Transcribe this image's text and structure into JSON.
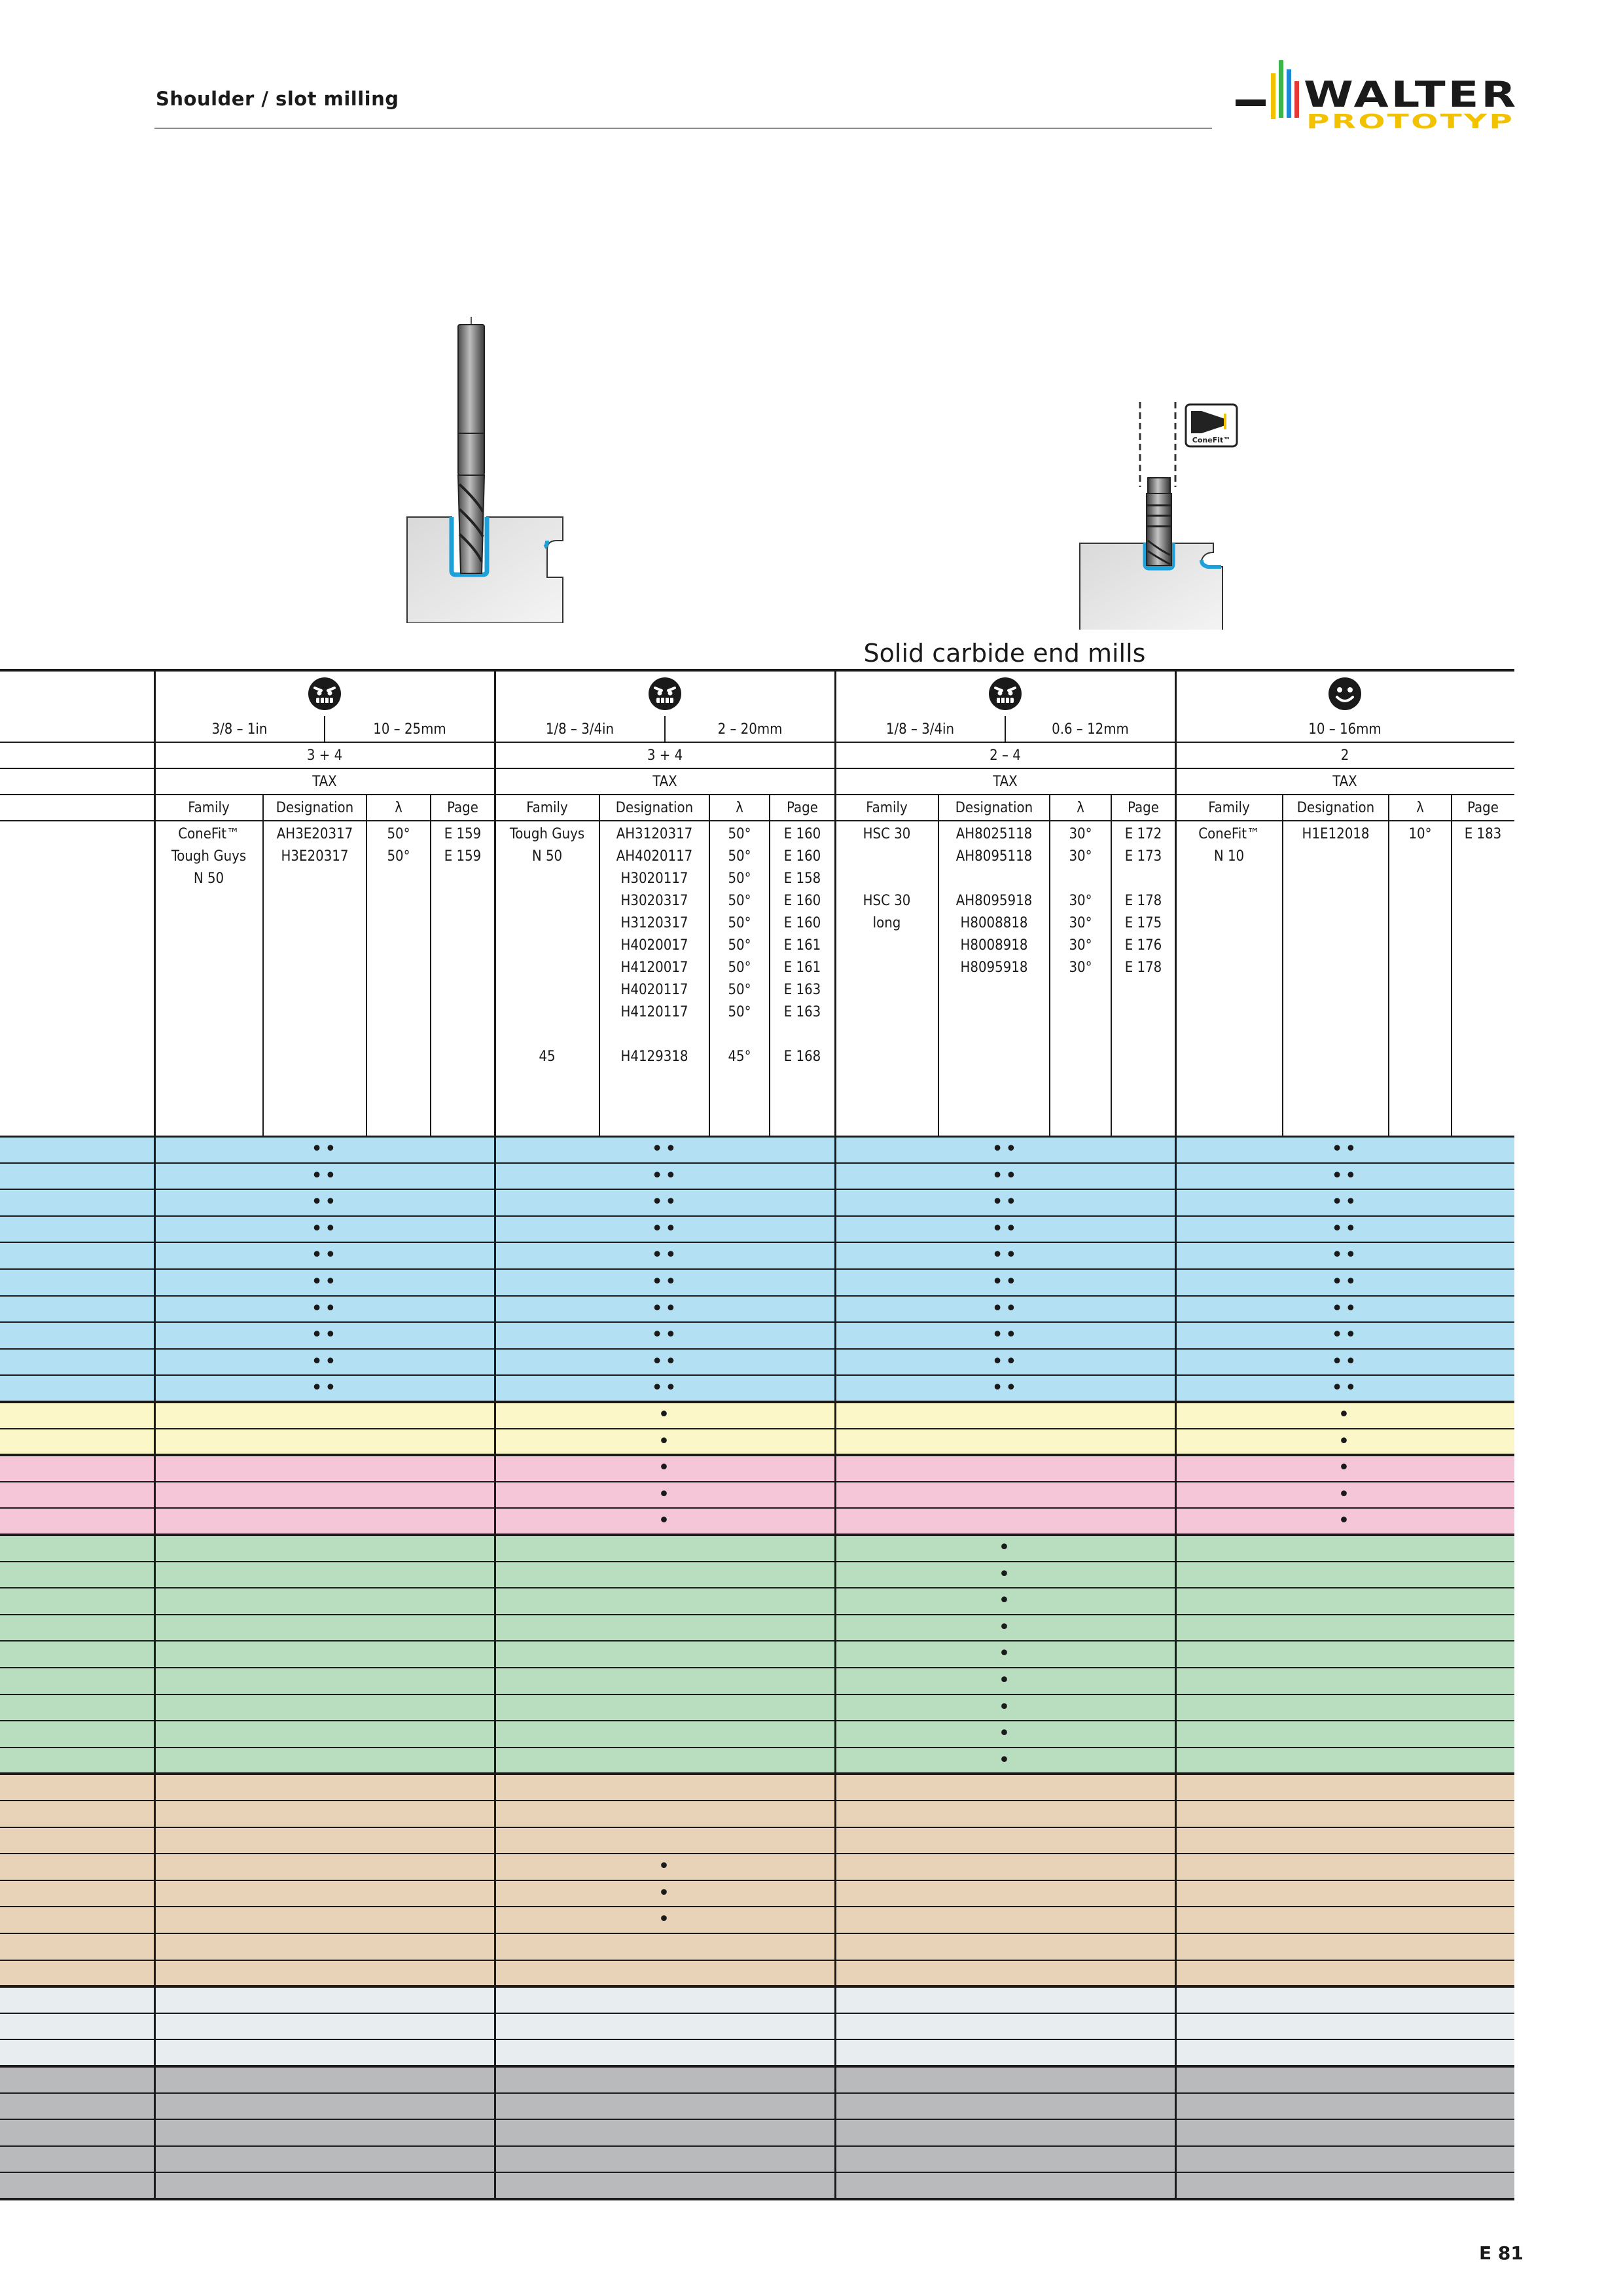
{
  "header": {
    "title": "Shoulder / slot milling",
    "page_number": "E 81"
  },
  "logo": {
    "brand": "WALTER",
    "sub": "PROTOTYP",
    "colors": [
      "#f2c200",
      "#3bb54a",
      "#1e88d8",
      "#e53935"
    ]
  },
  "illustration": {
    "badge": "ConeFit™"
  },
  "table": {
    "title": "Solid carbide end mills",
    "colors": {
      "blue": "#b4e0f3",
      "yellow": "#fbf7c8",
      "pink": "#f5c6d8",
      "green": "#b9ddbf",
      "tan": "#e8d3b8",
      "light": "#e8edef",
      "gray": "#b9babb"
    },
    "labels": {
      "family": "Family",
      "designation": "Designation",
      "lambda": "λ",
      "page": "Page",
      "tax": "TAX"
    },
    "groups": [
      {
        "face": "frown",
        "d_in": "3/8 – 1in",
        "d_mm": "10 – 25mm",
        "z": "3 + 4",
        "type": "TAX",
        "family": "ConeFit™\nTough Guys\nN 50",
        "designation": "AH3E20317\nH3E20317",
        "lambda": "50°\n50°",
        "page": "E 159\nE 159"
      },
      {
        "face": "frown",
        "d_in": "1/8 – 3/4in",
        "d_mm": "2 – 20mm",
        "z": "3 + 4",
        "type": "TAX",
        "family": "Tough Guys\nN 50\n\n\n\n\n\n\n\n\n45",
        "designation": "AH3120317\nAH4020117\nH3020117\nH3020317\nH3120317\nH4020017\nH4120017\nH4020117\nH4120117\n\nH4129318",
        "lambda": "50°\n50°\n50°\n50°\n50°\n50°\n50°\n50°\n50°\n\n45°",
        "page": "E 160\nE 160\nE 158\nE 160\nE 160\nE 161\nE 161\nE 163\nE 163\n\nE 168"
      },
      {
        "face": "frown",
        "d_in": "1/8 – 3/4in",
        "d_mm": "0.6 – 12mm",
        "z": "2 – 4",
        "type": "TAX",
        "family": "HSC 30\n\n\nHSC 30\nlong",
        "designation": "AH8025118\nAH8095118\n\nAH8095918\nH8008818\nH8008918\nH8095918",
        "lambda": "30°\n30°\n\n30°\n30°\n30°\n30°",
        "page": "E 172\nE 173\n\nE 178\nE 175\nE 176\nE 178"
      },
      {
        "face": "smile",
        "d_range": "10 – 16mm",
        "z": "2",
        "type": "TAX",
        "family": "ConeFit™\nN 10",
        "designation": "H1E12018",
        "lambda": "10°",
        "page": "E 183"
      }
    ],
    "rows": [
      {
        "c": "blue",
        "m": [
          "••",
          "••",
          "••",
          "••"
        ]
      },
      {
        "c": "blue",
        "m": [
          "••",
          "••",
          "••",
          "••"
        ]
      },
      {
        "c": "blue",
        "m": [
          "••",
          "••",
          "••",
          "••"
        ]
      },
      {
        "c": "blue",
        "m": [
          "••",
          "••",
          "••",
          "••"
        ]
      },
      {
        "c": "blue",
        "m": [
          "••",
          "••",
          "••",
          "••"
        ]
      },
      {
        "c": "blue",
        "m": [
          "••",
          "••",
          "••",
          "••"
        ]
      },
      {
        "c": "blue",
        "m": [
          "••",
          "••",
          "••",
          "••"
        ]
      },
      {
        "c": "blue",
        "m": [
          "••",
          "••",
          "••",
          "••"
        ]
      },
      {
        "c": "blue",
        "m": [
          "••",
          "••",
          "••",
          "••"
        ]
      },
      {
        "c": "blue",
        "m": [
          "••",
          "••",
          "••",
          "••"
        ]
      },
      {
        "c": "yellow",
        "m": [
          "",
          "•",
          "",
          "•"
        ]
      },
      {
        "c": "yellow",
        "m": [
          "",
          "•",
          "",
          "•"
        ]
      },
      {
        "c": "pink",
        "m": [
          "",
          "•",
          "",
          "•"
        ]
      },
      {
        "c": "pink",
        "m": [
          "",
          "•",
          "",
          "•"
        ]
      },
      {
        "c": "pink",
        "m": [
          "",
          "•",
          "",
          "•"
        ]
      },
      {
        "c": "green",
        "m": [
          "",
          "",
          "•",
          ""
        ]
      },
      {
        "c": "green",
        "m": [
          "",
          "",
          "•",
          ""
        ]
      },
      {
        "c": "green",
        "m": [
          "",
          "",
          "•",
          ""
        ]
      },
      {
        "c": "green",
        "m": [
          "",
          "",
          "•",
          ""
        ]
      },
      {
        "c": "green",
        "m": [
          "",
          "",
          "•",
          ""
        ]
      },
      {
        "c": "green",
        "m": [
          "",
          "",
          "•",
          ""
        ]
      },
      {
        "c": "green",
        "m": [
          "",
          "",
          "•",
          ""
        ]
      },
      {
        "c": "green",
        "m": [
          "",
          "",
          "•",
          ""
        ]
      },
      {
        "c": "green",
        "m": [
          "",
          "",
          "•",
          ""
        ]
      },
      {
        "c": "tan",
        "m": [
          "",
          "",
          "",
          ""
        ]
      },
      {
        "c": "tan",
        "m": [
          "",
          "",
          "",
          ""
        ]
      },
      {
        "c": "tan",
        "m": [
          "",
          "",
          "",
          ""
        ]
      },
      {
        "c": "tan",
        "m": [
          "",
          "•",
          "",
          ""
        ]
      },
      {
        "c": "tan",
        "m": [
          "",
          "•",
          "",
          ""
        ]
      },
      {
        "c": "tan",
        "m": [
          "",
          "•",
          "",
          ""
        ]
      },
      {
        "c": "tan",
        "m": [
          "",
          "",
          "",
          ""
        ]
      },
      {
        "c": "tan",
        "m": [
          "",
          "",
          "",
          ""
        ]
      },
      {
        "c": "light",
        "m": [
          "",
          "",
          "",
          ""
        ]
      },
      {
        "c": "light",
        "m": [
          "",
          "",
          "",
          ""
        ]
      },
      {
        "c": "light",
        "m": [
          "",
          "",
          "",
          ""
        ]
      },
      {
        "c": "gray",
        "m": [
          "",
          "",
          "",
          ""
        ]
      },
      {
        "c": "gray",
        "m": [
          "",
          "",
          "",
          ""
        ]
      },
      {
        "c": "gray",
        "m": [
          "",
          "",
          "",
          ""
        ]
      },
      {
        "c": "gray",
        "m": [
          "",
          "",
          "",
          ""
        ]
      },
      {
        "c": "gray",
        "m": [
          "",
          "",
          "",
          ""
        ]
      }
    ]
  }
}
